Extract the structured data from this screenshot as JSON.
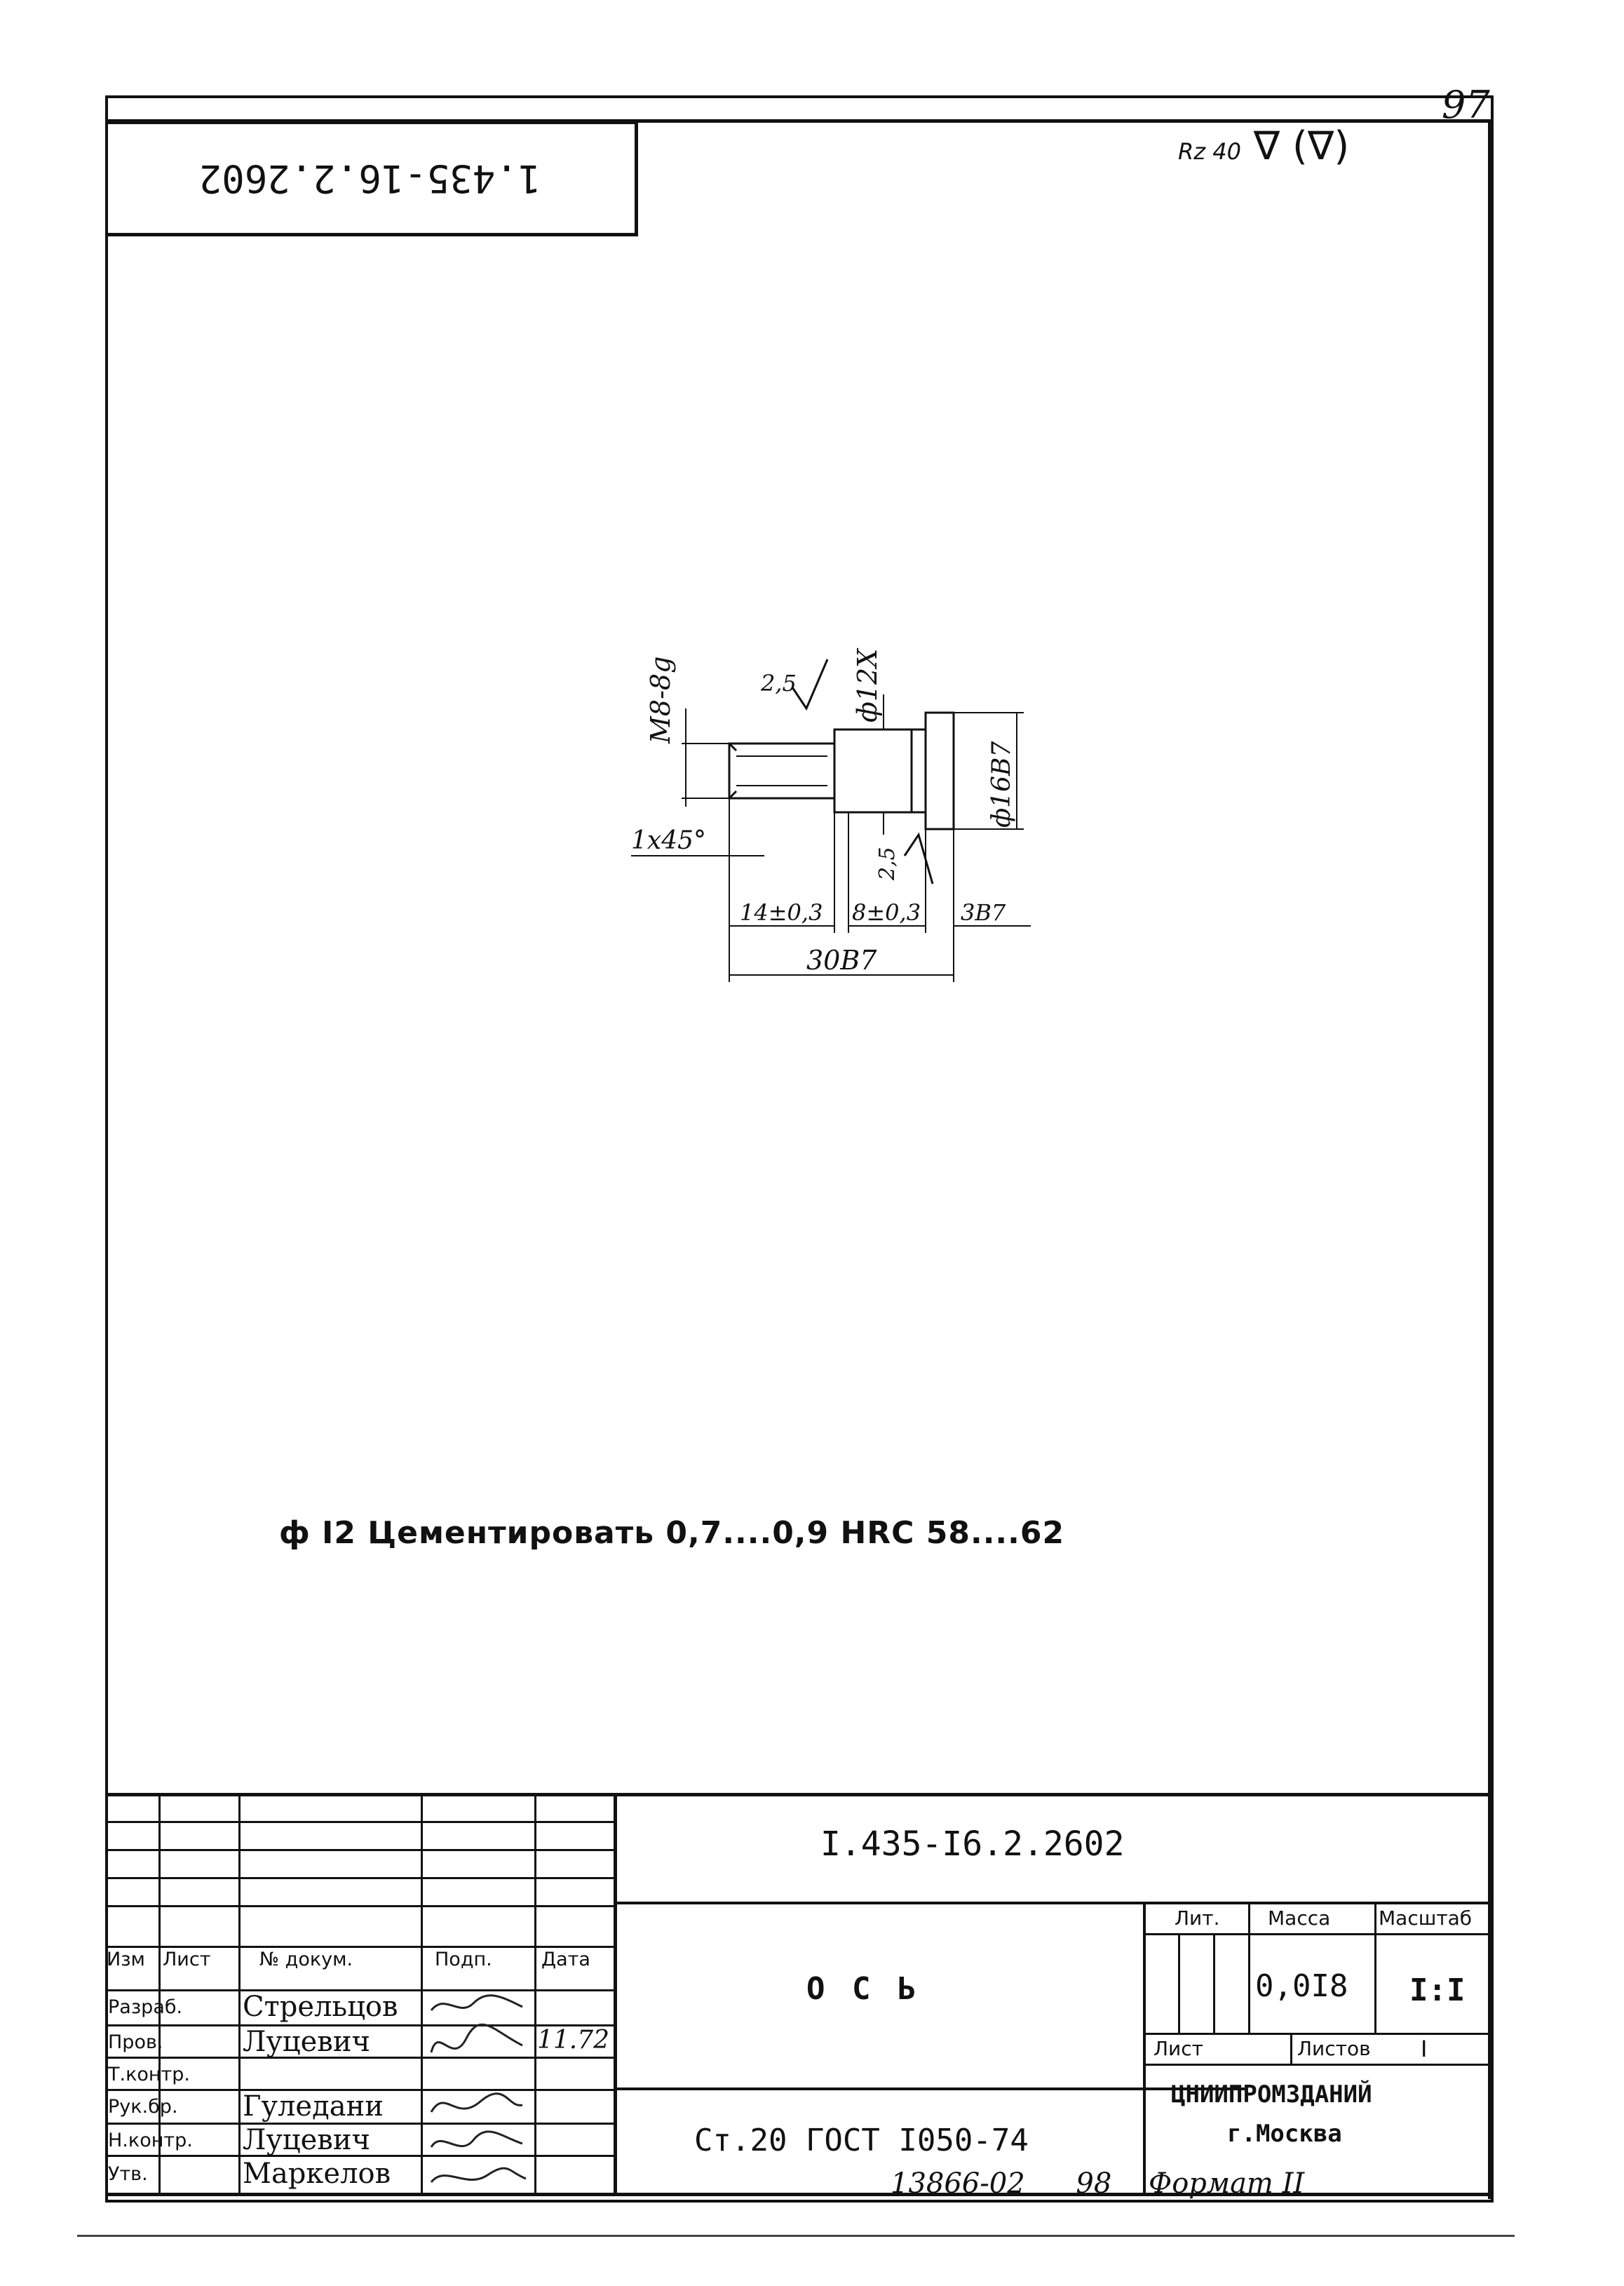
{
  "sheet": {
    "page_number": "97",
    "top_code_rotated": "1.435-16.2.2602",
    "roughness_top": {
      "value": "Rz 40",
      "paren": "(∇)"
    }
  },
  "drawing": {
    "dims": {
      "thread": "M8-8g",
      "rough_1": "2,5",
      "dia12": "ф12X",
      "dia16": "ф16B7",
      "chamfer": "1x45°",
      "rough_2": "2,5",
      "len14": "14±0,3",
      "len8": "8±0,3",
      "len3": "3B7",
      "len30": "30B7"
    }
  },
  "note": "ф I2 Цементировать  0,7....0,9  HRC 58....62",
  "title_block": {
    "doc_code": "I.435-I6.2.2602",
    "part_name": "О С Ь",
    "material": "Ст.20 ГОСТ I050-74",
    "headers": {
      "izm": "Изм",
      "list": "Лист",
      "docnum": "№ докум.",
      "podp": "Подп.",
      "data": "Дата"
    },
    "roles": [
      {
        "role": "Разраб.",
        "name": "Стрельцов",
        "date": ""
      },
      {
        "role": "Пров.",
        "name": "Луцевич",
        "date": "11.72"
      },
      {
        "role": "Т.контр.",
        "name": "",
        "date": ""
      },
      {
        "role": "Рук.бр.",
        "name": "Гуледани",
        "date": ""
      },
      {
        "role": "Н.контр.",
        "name": "Луцевич",
        "date": ""
      },
      {
        "role": "Утв.",
        "name": "Маркелов",
        "date": ""
      }
    ],
    "lit_label": "Лит.",
    "mass_label": "Масса",
    "scale_label": "Масштаб",
    "mass_value": "0,0I8",
    "scale_value": "I:I",
    "sheet_label": "Лист",
    "sheets_label": "Листов",
    "sheets_value": "I",
    "org_line1": "ЦНИИПРОМЗДАНИЙ",
    "org_line2": "г.Москва"
  },
  "footer": {
    "inv": "13866-02",
    "num": "98",
    "format": "Формат II"
  }
}
